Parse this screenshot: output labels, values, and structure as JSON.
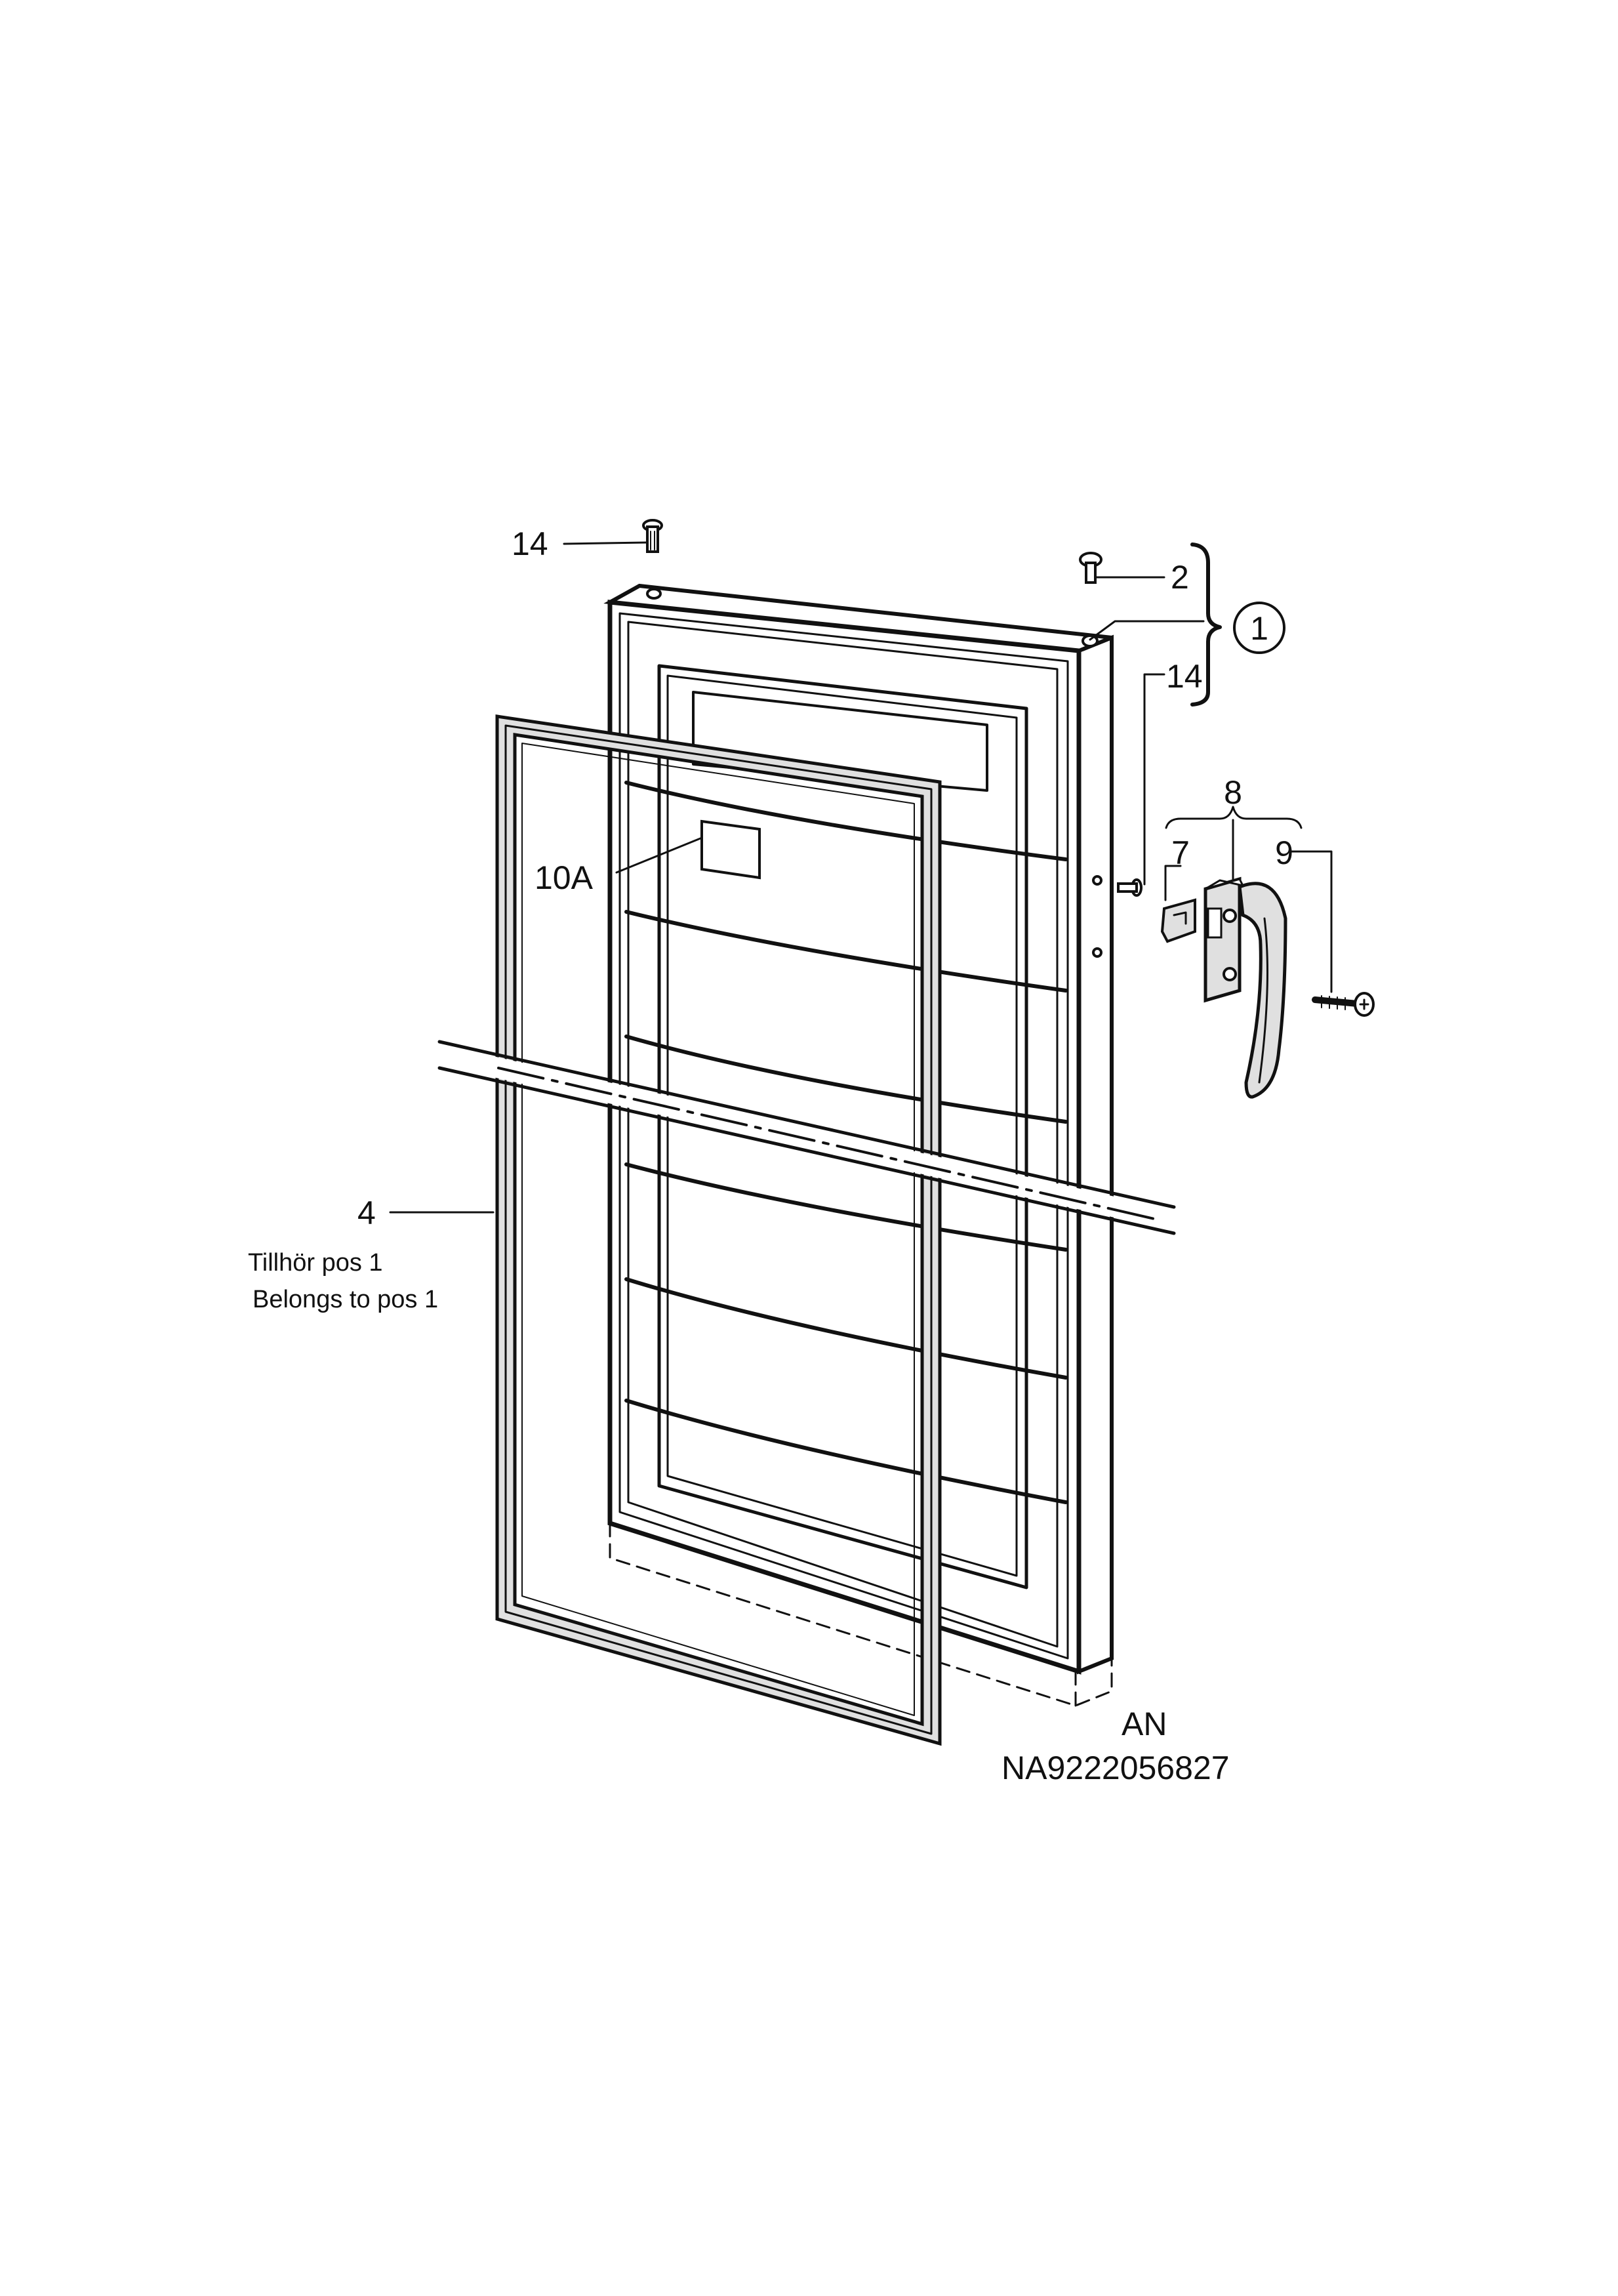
{
  "callouts": {
    "pin_top_left": "14",
    "pin_top_right": "2",
    "door_assembly": "1",
    "door_pin_right": "14",
    "handle_kit": "8",
    "handle_clip": "7",
    "handle_screw": "9",
    "label_plate": "10A",
    "gasket": "4"
  },
  "note": {
    "line1": "Tillhör pos 1",
    "line2": "Belongs to pos 1"
  },
  "footer": {
    "code": "AN",
    "part_number": "NA9222056827"
  }
}
